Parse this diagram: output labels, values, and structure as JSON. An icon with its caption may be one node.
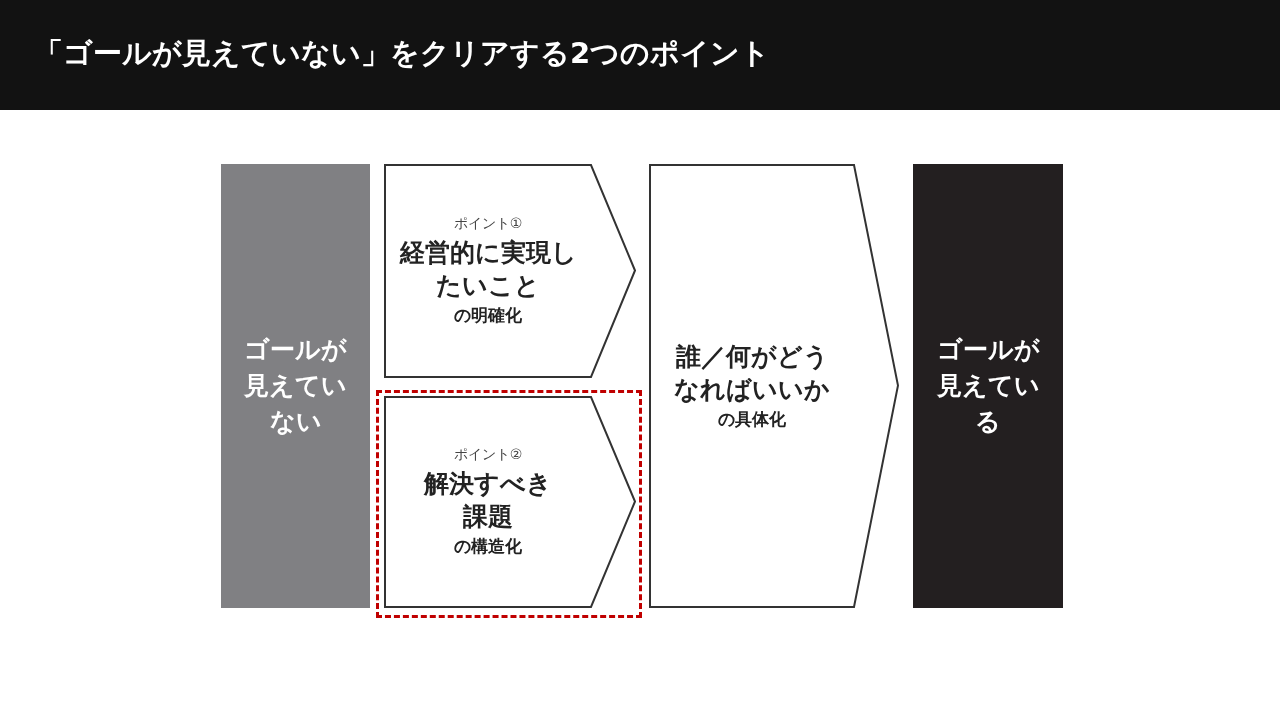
{
  "diagram": {
    "title": "「ゴールが見えていない」をクリアする2つのポイント",
    "nodes": [
      {
        "text": [
          "ゴールが見えていない"
        ]
      },
      {
        "text": [
          "ポイント①",
          "経営的に実現したいこと",
          "の明確化"
        ]
      },
      {
        "text": [],
        "shape": "box"
      },
      {
        "text": [
          "ポイント②",
          "解決すべき課題",
          "の構造化"
        ],
        "in": 2
      },
      {
        "text": [
          "誰／何がどうなればいいか",
          "の具体化"
        ]
      },
      {
        "text": [
          "ゴールが見えている"
        ]
      }
    ]
  }
}
